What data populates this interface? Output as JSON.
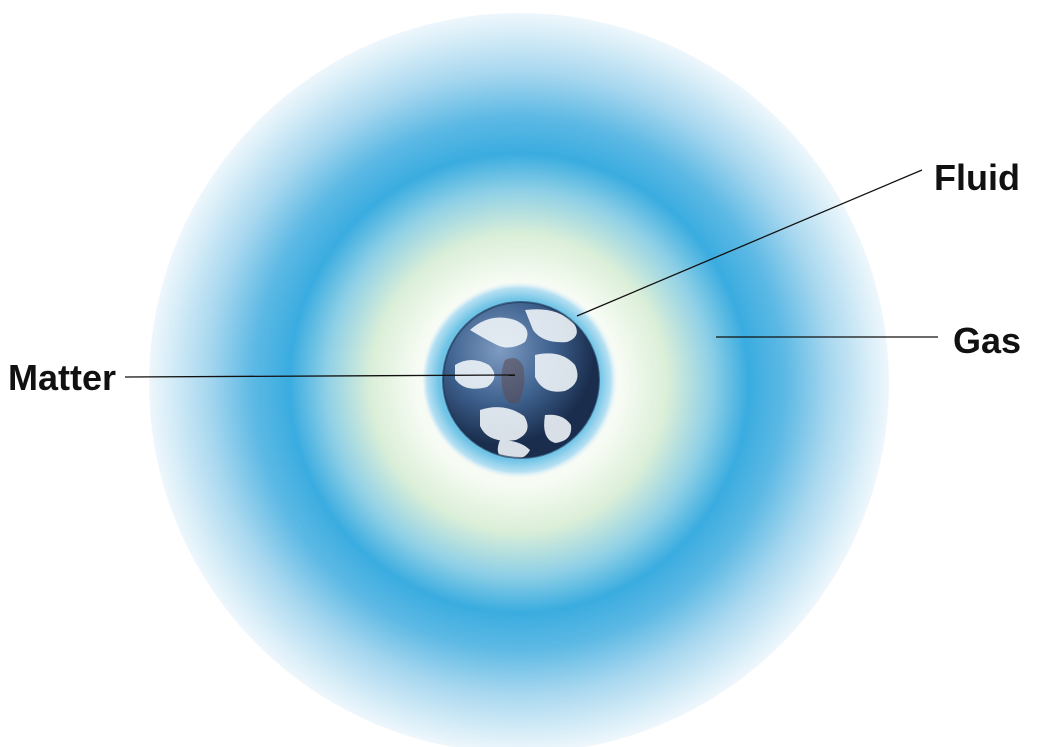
{
  "labels": {
    "fluid": "Fluid",
    "gas": "Gas",
    "matter": "Matter"
  },
  "colors": {
    "atmosphere_blue": "#3aace0",
    "atmosphere_light": "#d8eef8",
    "inner_glow": "#e4f3dd",
    "planet_ocean": "#2f4f7a",
    "leader_line": "#111111"
  }
}
